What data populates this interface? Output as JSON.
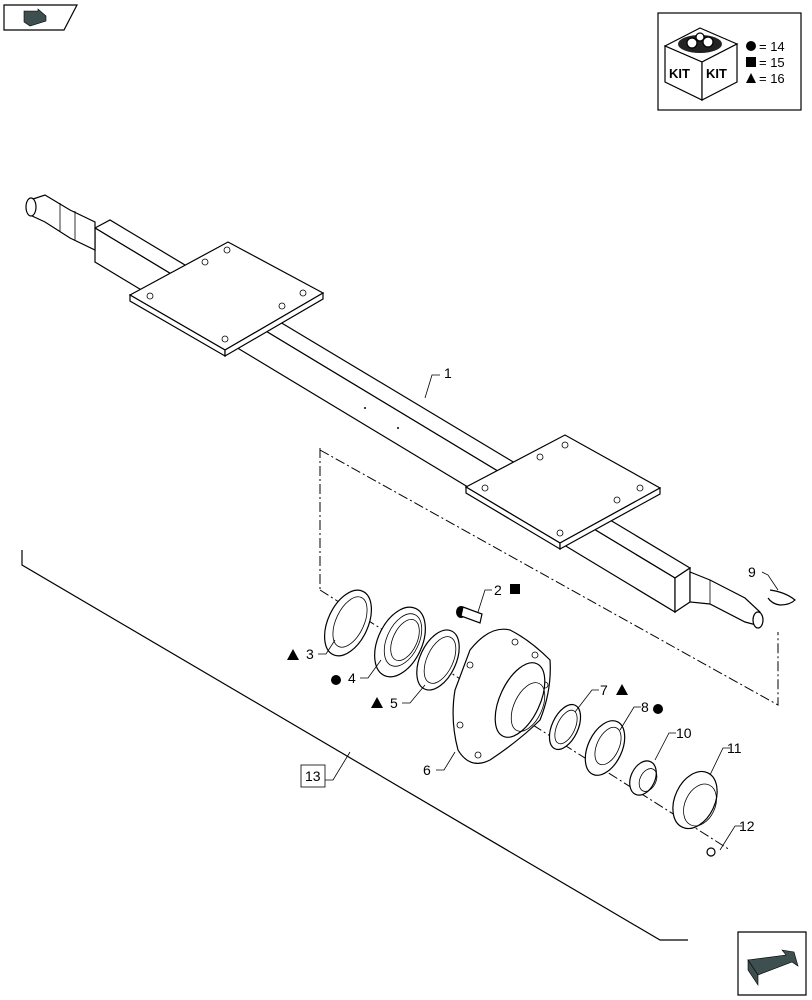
{
  "nav": {
    "previous_icon": "arrow-back-icon",
    "next_icon": "arrow-forward-icon"
  },
  "kit_legend": {
    "box_label_left": "KIT",
    "box_label_right": "KIT",
    "entries": [
      {
        "symbol": "circle",
        "symbol_text": "14",
        "text": "= 14"
      },
      {
        "symbol": "square",
        "symbol_text": "15",
        "text": "= 15"
      },
      {
        "symbol": "triangle",
        "text": "= 16"
      }
    ]
  },
  "callouts": [
    {
      "label": "1"
    },
    {
      "label": "2",
      "symbol": "square"
    },
    {
      "label": "3",
      "symbol": "triangle"
    },
    {
      "label": "4",
      "symbol": "circle"
    },
    {
      "label": "5",
      "symbol": "triangle"
    },
    {
      "label": "6"
    },
    {
      "label": "7",
      "symbol": "triangle"
    },
    {
      "label": "8",
      "symbol": "circle"
    },
    {
      "label": "9"
    },
    {
      "label": "10"
    },
    {
      "label": "11"
    },
    {
      "label": "12"
    },
    {
      "label": "13",
      "boxed": true
    }
  ],
  "colors": {
    "line": "#000000",
    "icon_fill": "#3d4f4f"
  }
}
